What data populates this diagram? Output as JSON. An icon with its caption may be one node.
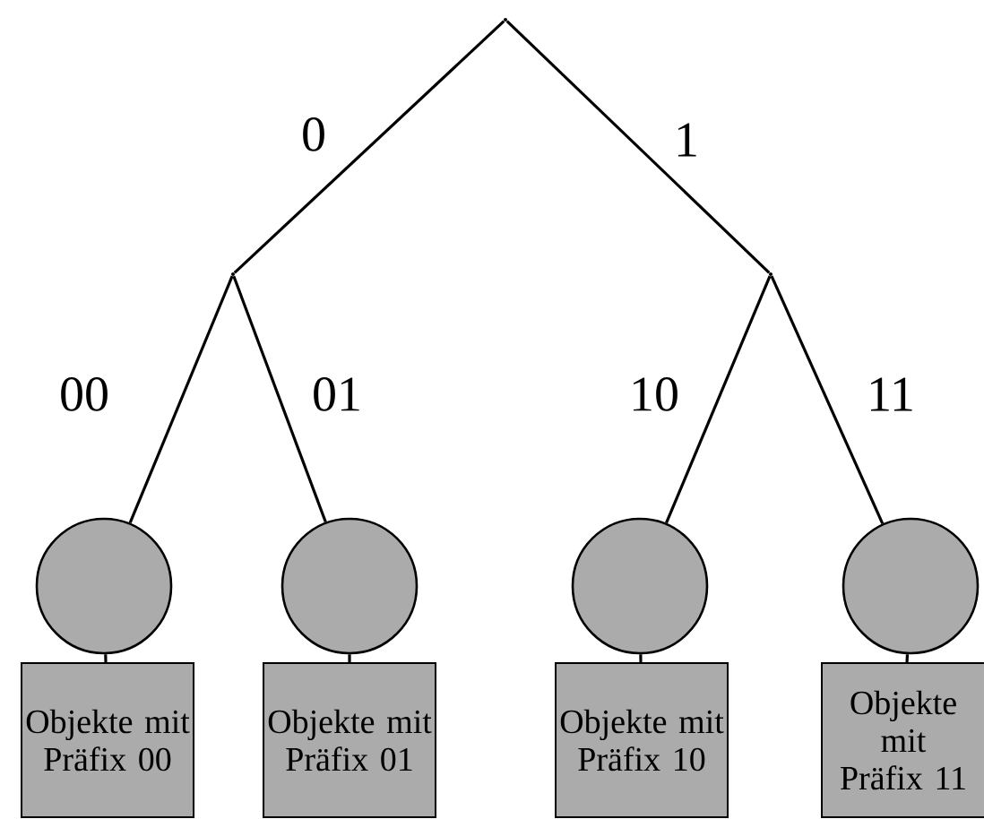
{
  "diagram": {
    "nodes": [
      {
        "text": [],
        "shape": "point"
      },
      {
        "text": [],
        "shape": "point"
      },
      {
        "text": [],
        "shape": "point"
      },
      {
        "text": [],
        "shape": "circle"
      },
      {
        "text": [],
        "shape": "circle"
      },
      {
        "text": [],
        "shape": "circle"
      },
      {
        "text": [],
        "shape": "circle"
      },
      {
        "text": [
          "Objekte mit Präfix 00"
        ]
      },
      {
        "text": [
          "Objekte mit Präfix 01"
        ]
      },
      {
        "text": [
          "Objekte mit Präfix 10"
        ]
      },
      {
        "text": [
          "Objekte mit Präfix 11"
        ]
      }
    ],
    "edges": [
      {
        "from": 0,
        "to": 1,
        "arrow": "none",
        "label": "0"
      },
      {
        "from": 0,
        "to": 2,
        "arrow": "none",
        "label": "1"
      },
      {
        "from": 1,
        "to": 3,
        "arrow": "none",
        "label": "00"
      },
      {
        "from": 1,
        "to": 4,
        "arrow": "none",
        "label": "01"
      },
      {
        "from": 2,
        "to": 5,
        "arrow": "none",
        "label": "10"
      },
      {
        "from": 2,
        "to": 6,
        "arrow": "none",
        "label": "11"
      },
      {
        "from": 3,
        "to": 7,
        "arrow": "none"
      },
      {
        "from": 4,
        "to": 8,
        "arrow": "none"
      },
      {
        "from": 5,
        "to": 9,
        "arrow": "none"
      },
      {
        "from": 6,
        "to": 10,
        "arrow": "none"
      }
    ]
  }
}
